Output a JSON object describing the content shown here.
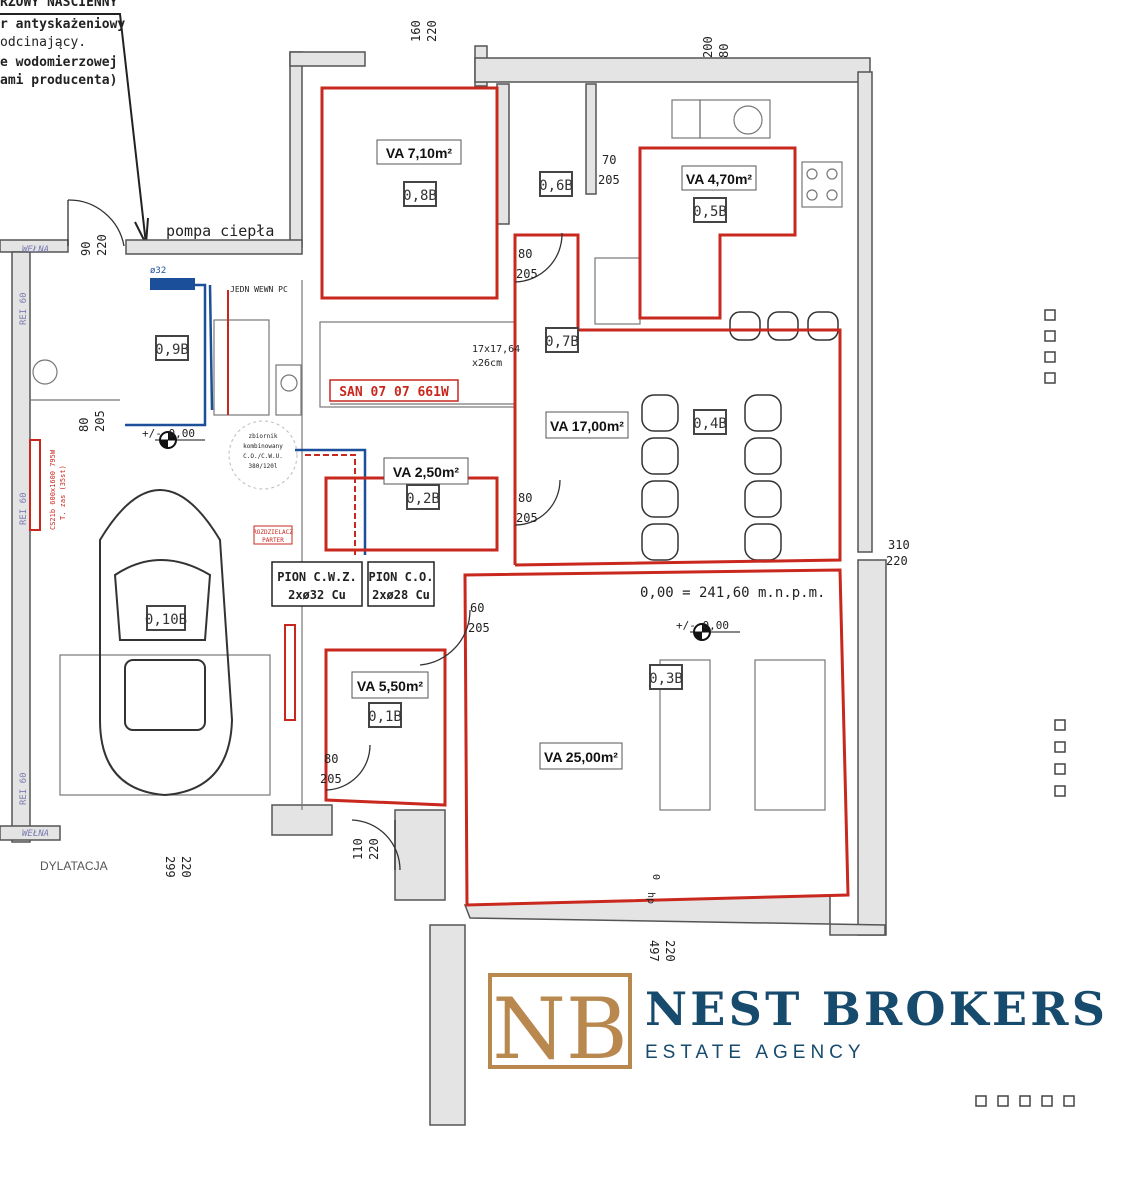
{
  "notes": {
    "lines": [
      "RZOWY NAŚCIENNY",
      "r antyskażeniowy",
      "odcinający.",
      "e wodomierzowej",
      "ami producenta)"
    ]
  },
  "labels": {
    "heat_pump": "pompa ciepła",
    "indoor_unit": "JEDN WEWN PC",
    "pipe_dia": "ø32",
    "manifold_line1": "ROZDZIELACZ",
    "manifold_line2": "PARTER",
    "tank_line1": "zbiornik",
    "tank_line2": "kombinowany",
    "tank_line3": "C.O./C.W.U.",
    "tank_line4": "380/120l",
    "san_code": "SAN 07 07 661W",
    "stairs_1": "17x17,64",
    "stairs_2": "x26cm",
    "riser_cwu_1": "PION C.W.Z.",
    "riser_cwu_2": "2xø32 Cu",
    "riser_co_1": "PION C.O.",
    "riser_co_2": "2xø28 Cu",
    "level_left": "+/- 0,00",
    "level_right": "+/- 0,00",
    "level_ref": "0,00 = 241,60 m.n.p.m.",
    "hp": "hp",
    "hp_val": "0",
    "dilatation": "DYLATACJA",
    "insulation": "WEŁNA",
    "fire_rating": "REI 60",
    "radiator_1": "CS21b 600x1600 795W",
    "radiator_2": "T. zas (35st)"
  },
  "rooms": [
    {
      "area": "VA 7,10m²",
      "code": "0,8B"
    },
    {
      "area": "VA 4,70m²",
      "code": "0,5B"
    },
    {
      "area": "",
      "code": "0,6B"
    },
    {
      "area": "VA 17,00m²",
      "code": "0,4B"
    },
    {
      "area": "",
      "code": "0,7B"
    },
    {
      "area": "VA 2,50m²",
      "code": "0,2B"
    },
    {
      "area": "",
      "code": "0,9B"
    },
    {
      "area": "",
      "code": "0,10B"
    },
    {
      "area": "VA 5,50m²",
      "code": "0,1B"
    },
    {
      "area": "VA 25,00m²",
      "code": "0,3B"
    }
  ],
  "dimensions": [
    {
      "w": "160",
      "h": "220"
    },
    {
      "w": "200",
      "h": "80"
    },
    {
      "w": "90",
      "h": "220"
    },
    {
      "w": "80",
      "h": "205"
    },
    {
      "w": "70",
      "h": "205"
    },
    {
      "w": "80",
      "h": "205"
    },
    {
      "w": "80",
      "h": "205"
    },
    {
      "w": "60",
      "h": "205"
    },
    {
      "w": "80",
      "h": "205"
    },
    {
      "w": "110",
      "h": "220"
    },
    {
      "w": "299",
      "h": "220"
    },
    {
      "w": "497",
      "h": "220"
    },
    {
      "w": "310",
      "h": "220"
    }
  ],
  "watermark": {
    "monogram": "NB",
    "title": "NEST BROKERS",
    "subtitle": "ESTATE AGENCY",
    "title_color": "#174b6e",
    "monogram_color": "#b8884f"
  }
}
